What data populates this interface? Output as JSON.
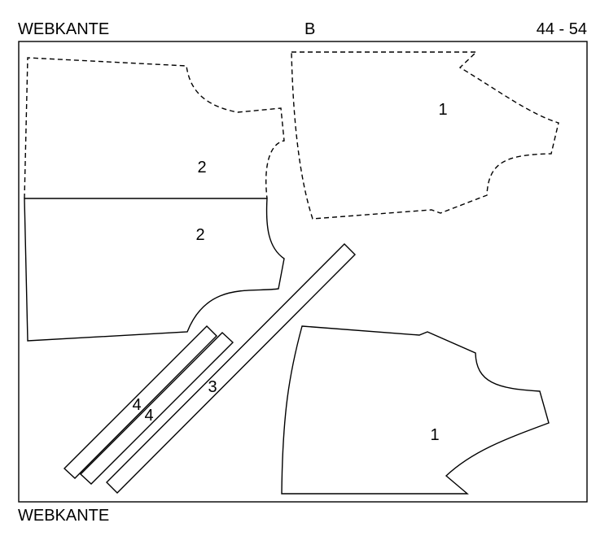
{
  "header": {
    "selvedge_top": "WEBKANTE",
    "layout_variant": "B",
    "size_range": "44 - 54"
  },
  "footer": {
    "selvedge_bottom": "WEBKANTE"
  },
  "pieces": {
    "front_upper_label": "2",
    "front_lower_label": "2",
    "back_upper_label": "1",
    "back_lower_label": "1",
    "strip_long_label": "3",
    "strip_a_label": "4",
    "strip_b_label": "4"
  },
  "colors": {
    "line": "#000000",
    "background": "#ffffff"
  }
}
